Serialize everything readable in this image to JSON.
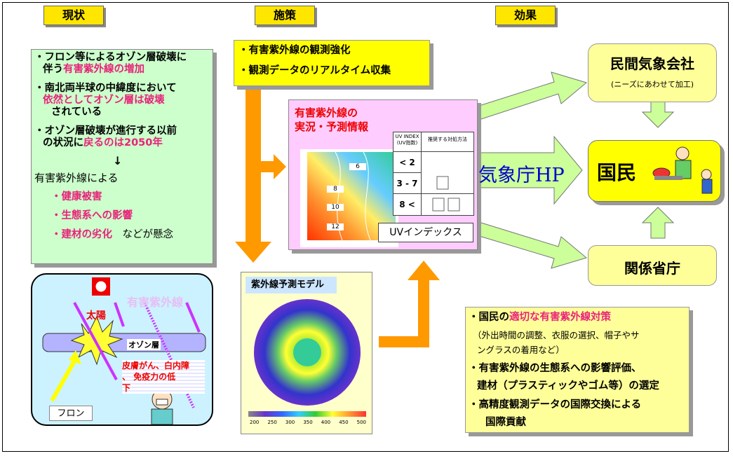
{
  "headers": {
    "current": "現状",
    "measures": "施策",
    "effects": "効果"
  },
  "current_box": {
    "b1_l1": "・フロン等によるオゾン層破壊に",
    "b1_l2a": "伴う",
    "b1_l2b": "有害紫外線の増加",
    "b2_l1": "・南北両半球の中緯度において",
    "b2_l2": "依然としてオゾン層は破壊",
    "b2_l3": "されている",
    "b3_l1": "・オゾン層破壊が進行する以前",
    "b3_l2a": "の状況に",
    "b3_l2b": "戻るのは2050年",
    "arrow": "↓",
    "cause": "有害紫外線による",
    "e1": "・健康被害",
    "e2": "・生態系への影響",
    "e3": "・建材の劣化",
    "e3_tail": "などが懸念"
  },
  "illustration": {
    "sun": "太陽",
    "uv": "有害紫外線",
    "ozone": "オゾン層",
    "harm1": "皮膚がん、白内障",
    "harm2": "、 免疫力の低",
    "harm3": "下",
    "freon": "フロン"
  },
  "measures_box": {
    "l1": "・有害紫外線の観測強化",
    "l2": "・観測データのリアルタイム収集"
  },
  "info_panel": {
    "title1": "有害紫外線の",
    "title2": "実況・予測情報",
    "map_labels": [
      "6",
      "8",
      "10",
      "12"
    ],
    "uv_index_h1": "UV INDEX",
    "uv_index_h2": "(UV指数)",
    "action_h": "推奨する対処方法",
    "row1": "< 2",
    "row2": "3 - 7",
    "row3": "8 <",
    "uvi_label": "UVインデックス"
  },
  "model_panel": {
    "title": "紫外線予測モデル",
    "scale": [
      "200",
      "250",
      "300",
      "350",
      "400",
      "450",
      "500"
    ]
  },
  "jma_hp": "気象庁HP",
  "outputs": {
    "weather_co": "民間気象会社",
    "weather_co_sub": "(ニーズにあわせて加工)",
    "citizens": "国民",
    "ministries": "関係省庁"
  },
  "effects_box": {
    "l1a": "・国民の",
    "l1b": "適切な有害紫外線対策",
    "l2": "（外出時間の調整、衣服の選択、帽子やサ",
    "l3": "ングラスの着用など）",
    "l4": "・有害紫外線の生態系への影響評価、",
    "l5": "建材（プラスティックやゴム等）の選定",
    "l6": "・高精度観測データの国際交換による",
    "l7": "国際貢献"
  },
  "colors": {
    "yellow": "#ffe600",
    "green": "#ccffcc",
    "magenta": "#e8237a",
    "orange": "#ff9900",
    "arrow_green": "#ccff99"
  }
}
